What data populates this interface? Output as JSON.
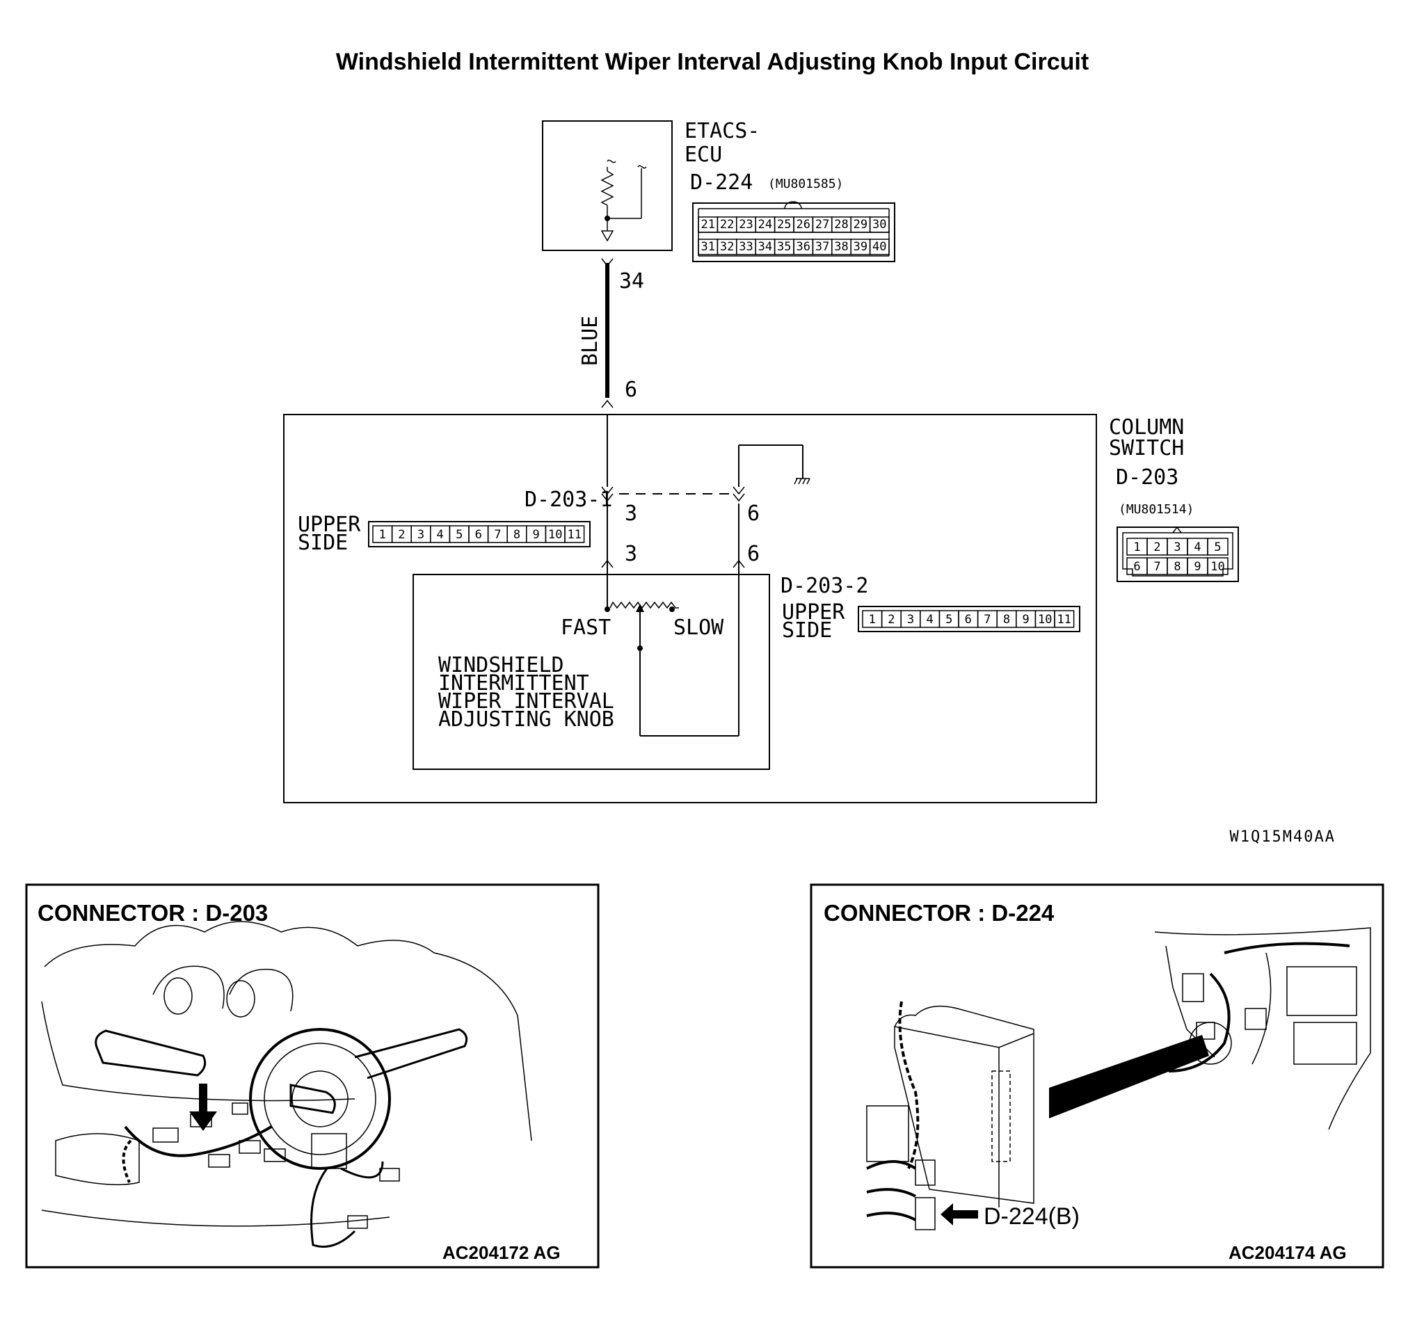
{
  "title": "Windshield Intermittent Wiper Interval Adjusting Knob Input Circuit",
  "ecu": {
    "name_line1": "ETACS-",
    "name_line2": "ECU",
    "connector": "D-224",
    "part_no": "(MU801585)",
    "pins_top": [
      "21",
      "22",
      "23",
      "24",
      "25",
      "26",
      "27",
      "28",
      "29",
      "30"
    ],
    "pins_bottom": [
      "31",
      "32",
      "33",
      "34",
      "35",
      "36",
      "37",
      "38",
      "39",
      "40"
    ]
  },
  "wire": {
    "color_label": "BLUE",
    "ecu_pin": "34",
    "switch_pin": "6"
  },
  "column_switch": {
    "name_line1": "COLUMN",
    "name_line2": "SWITCH",
    "connector": "D-203",
    "part_no": "(MU801514)",
    "pins_top": [
      "1",
      "2",
      "3",
      "4",
      "5"
    ],
    "pins_bottom": [
      "6",
      "7",
      "8",
      "9",
      "10"
    ]
  },
  "sub_connector_1": {
    "label": "D-203-1",
    "side_line1": "UPPER",
    "side_line2": "SIDE",
    "pins": [
      "1",
      "2",
      "3",
      "4",
      "5",
      "6",
      "7",
      "8",
      "9",
      "10",
      "11"
    ],
    "pin_left_upper": "3",
    "pin_right_upper": "6",
    "pin_left_lower": "3",
    "pin_right_lower": "6"
  },
  "sub_connector_2": {
    "label": "D-203-2",
    "side_line1": "UPPER",
    "side_line2": "SIDE",
    "pins": [
      "1",
      "2",
      "3",
      "4",
      "5",
      "6",
      "7",
      "8",
      "9",
      "10",
      "11"
    ]
  },
  "knob": {
    "fast": "FAST",
    "slow": "SLOW",
    "name_lines": [
      "WINDSHIELD",
      "INTERMITTENT",
      "WIPER INTERVAL",
      "ADJUSTING KNOB"
    ]
  },
  "drawing_code": "W1Q15M40AA",
  "panel_left": {
    "caption": "CONNECTOR : D-203",
    "code": "AC204172 AG"
  },
  "panel_right": {
    "caption": "CONNECTOR : D-224",
    "callout": "D-224(B)",
    "code": "AC204174 AG"
  }
}
